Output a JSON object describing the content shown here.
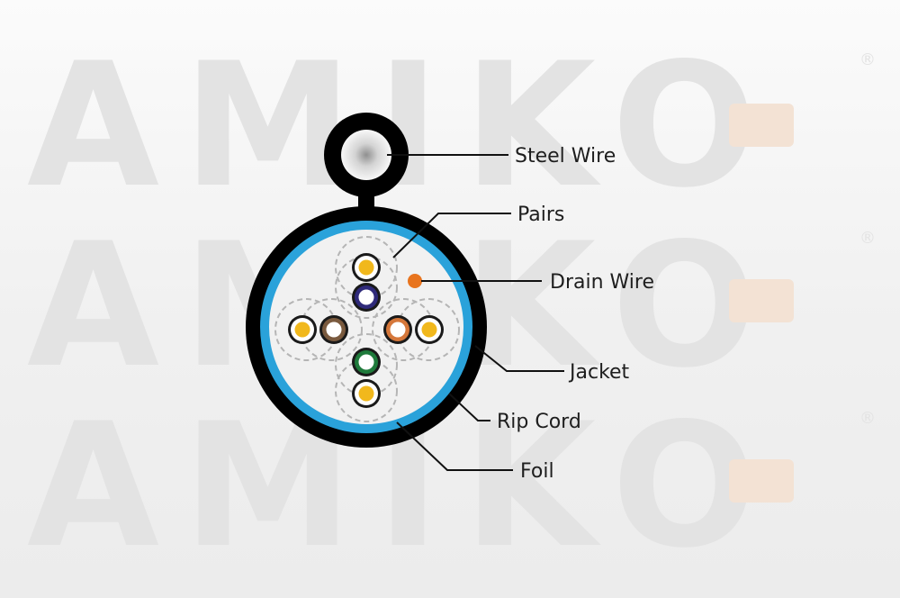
{
  "watermark": {
    "text": "AMIKO",
    "registered": "®",
    "color": "#e3e3e3",
    "accent_color": "#f3e2d4"
  },
  "colors": {
    "jacket": "#000000",
    "foil": "#2aa2da",
    "core_fill": "#f1f1f1",
    "steel_wire": "#c9c9c9",
    "drain_wire": "#e8741e",
    "pair_blue": "#2f2a7a",
    "pair_brown": "#7a5a3e",
    "pair_orange": "#d5773a",
    "pair_green": "#1f7a3b",
    "pair_white_gold": "#f1b81c",
    "separator": "#b5b5b5"
  },
  "labels": {
    "steel_wire": "Steel Wire",
    "pairs": "Pairs",
    "drain_wire": "Drain Wire",
    "jacket": "Jacket",
    "rip_cord": "Rip Cord",
    "foil": "Foil"
  }
}
